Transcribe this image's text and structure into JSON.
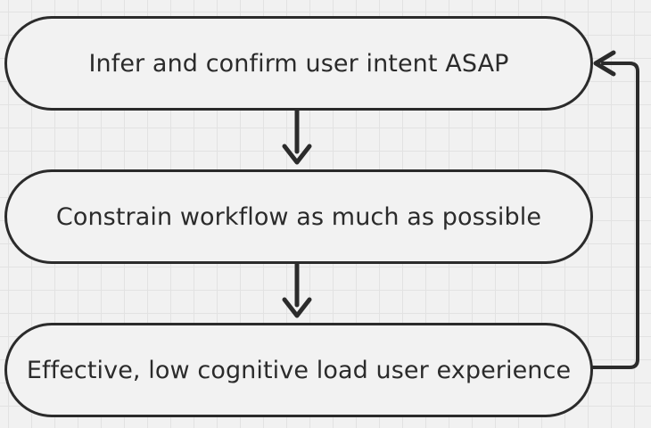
{
  "diagram": {
    "nodes": [
      {
        "id": "infer",
        "label": "Infer and confirm user intent ASAP"
      },
      {
        "id": "constrain",
        "label": "Constrain workflow as much as possible"
      },
      {
        "id": "experience",
        "label": "Effective, low cognitive load user experience"
      }
    ],
    "edges": [
      {
        "from": "infer",
        "to": "constrain"
      },
      {
        "from": "constrain",
        "to": "experience"
      },
      {
        "from": "experience",
        "to": "infer"
      }
    ],
    "colors": {
      "stroke": "#2b2b2b",
      "background": "#f1f1f1",
      "grid": "#e2e2e2"
    }
  }
}
